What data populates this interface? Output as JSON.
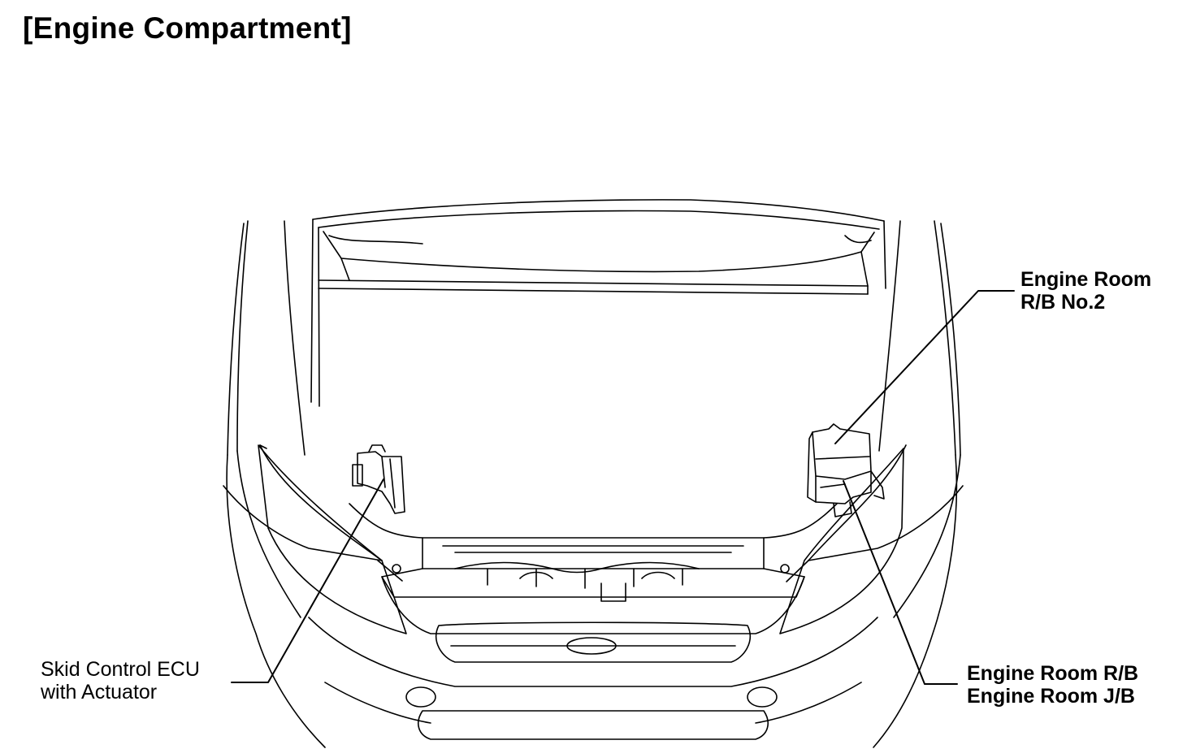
{
  "title": "[Engine Compartment]",
  "callouts": {
    "rb_no2": {
      "line1": "Engine Room",
      "line2": "R/B No.2"
    },
    "skid_ecu": {
      "line1": "Skid Control ECU",
      "line2": "with Actuator"
    },
    "rb_jb": {
      "line1": "Engine Room R/B",
      "line2": "Engine Room J/B"
    }
  }
}
